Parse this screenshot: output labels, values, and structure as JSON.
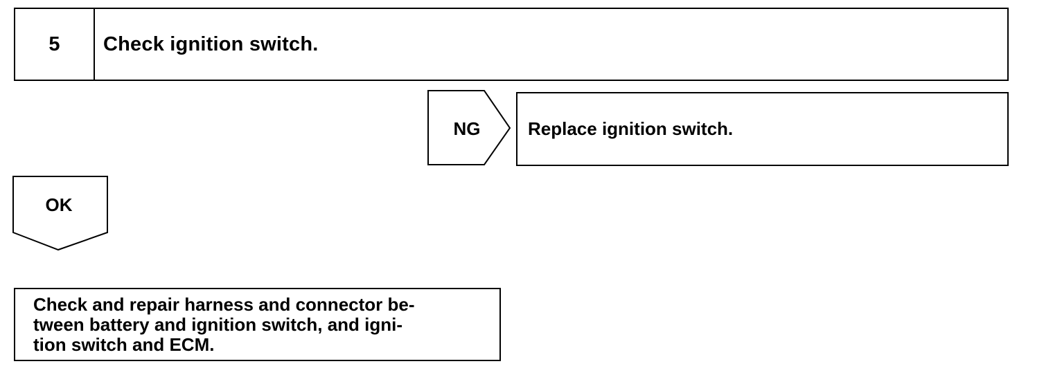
{
  "step": {
    "number": "5",
    "title": "Check ignition switch."
  },
  "branch_ng": {
    "label": "NG",
    "action": "Replace ignition switch."
  },
  "branch_ok": {
    "label": "OK",
    "action_lines": [
      "Check and repair harness and connector be-",
      "tween battery and ignition switch, and igni-",
      "tion switch and ECM."
    ]
  }
}
